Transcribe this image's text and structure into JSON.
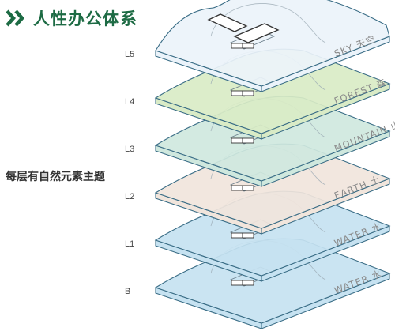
{
  "header": {
    "title": "人性办公体系",
    "accent_color": "#1d6b44",
    "icon": "double-chevron-right-icon"
  },
  "subtitle": "每层有自然元素主题",
  "layers": [
    {
      "level": "B",
      "name": "WATER 水",
      "fill": "#c6e2f1",
      "edge": "#3a6d86"
    },
    {
      "level": "L1",
      "name": "WATER 水",
      "fill": "#c6e2f1",
      "edge": "#3a6d86"
    },
    {
      "level": "L2",
      "name": "EARTH 土",
      "fill": "#f1e5dc",
      "edge": "#3a6d86"
    },
    {
      "level": "L3",
      "name": "MOUNTAIN 山",
      "fill": "#cfe8de",
      "edge": "#3a6d86"
    },
    {
      "level": "L4",
      "name": "FOREST 森",
      "fill": "#d9ebc6",
      "edge": "#3a6d86"
    },
    {
      "level": "L5",
      "name": "SKY 天空",
      "fill": "#ebf3fa",
      "edge": "#3a6d86"
    }
  ]
}
